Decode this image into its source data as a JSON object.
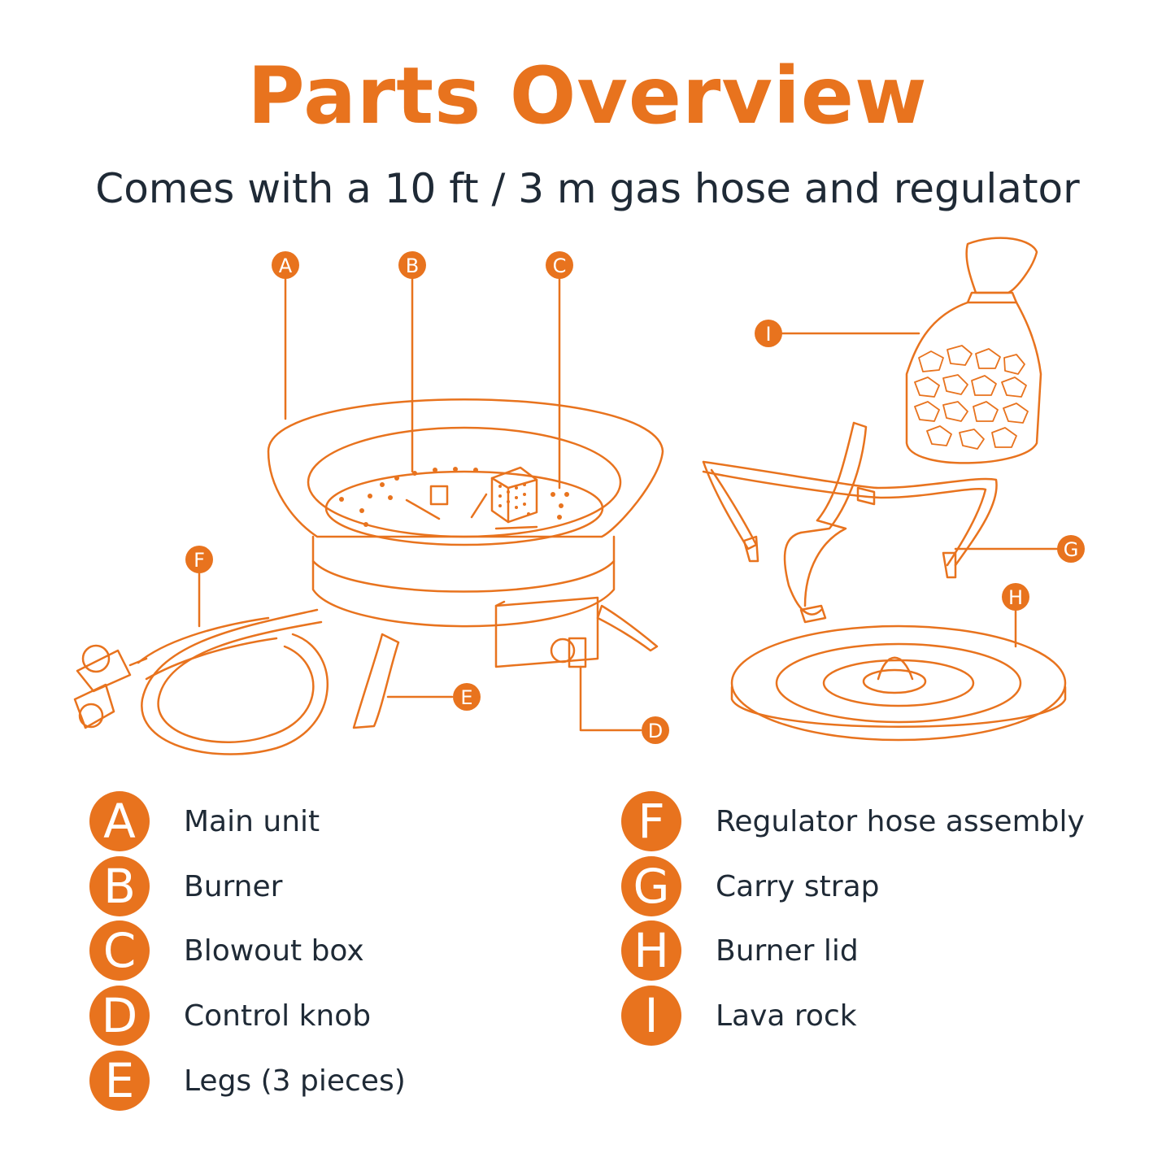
{
  "title": "Parts Overview",
  "subtitle": "Comes with a 10 ft / 3 m gas hose and regulator",
  "colors": {
    "accent": "#e8731e",
    "text": "#1f2a36",
    "background": "#ffffff"
  },
  "callouts": {
    "a": "A",
    "b": "B",
    "c": "C",
    "d": "D",
    "e": "E",
    "f": "F",
    "g": "G",
    "h": "H",
    "i": "I"
  },
  "legend": [
    {
      "letter": "A",
      "label": "Main unit"
    },
    {
      "letter": "B",
      "label": "Burner"
    },
    {
      "letter": "C",
      "label": "Blowout box"
    },
    {
      "letter": "D",
      "label": "Control knob"
    },
    {
      "letter": "E",
      "label": "Legs (3 pieces)"
    },
    {
      "letter": "F",
      "label": "Regulator hose assembly"
    },
    {
      "letter": "G",
      "label": "Carry strap"
    },
    {
      "letter": "H",
      "label": "Burner lid"
    },
    {
      "letter": "I",
      "label": "Lava rock"
    }
  ]
}
